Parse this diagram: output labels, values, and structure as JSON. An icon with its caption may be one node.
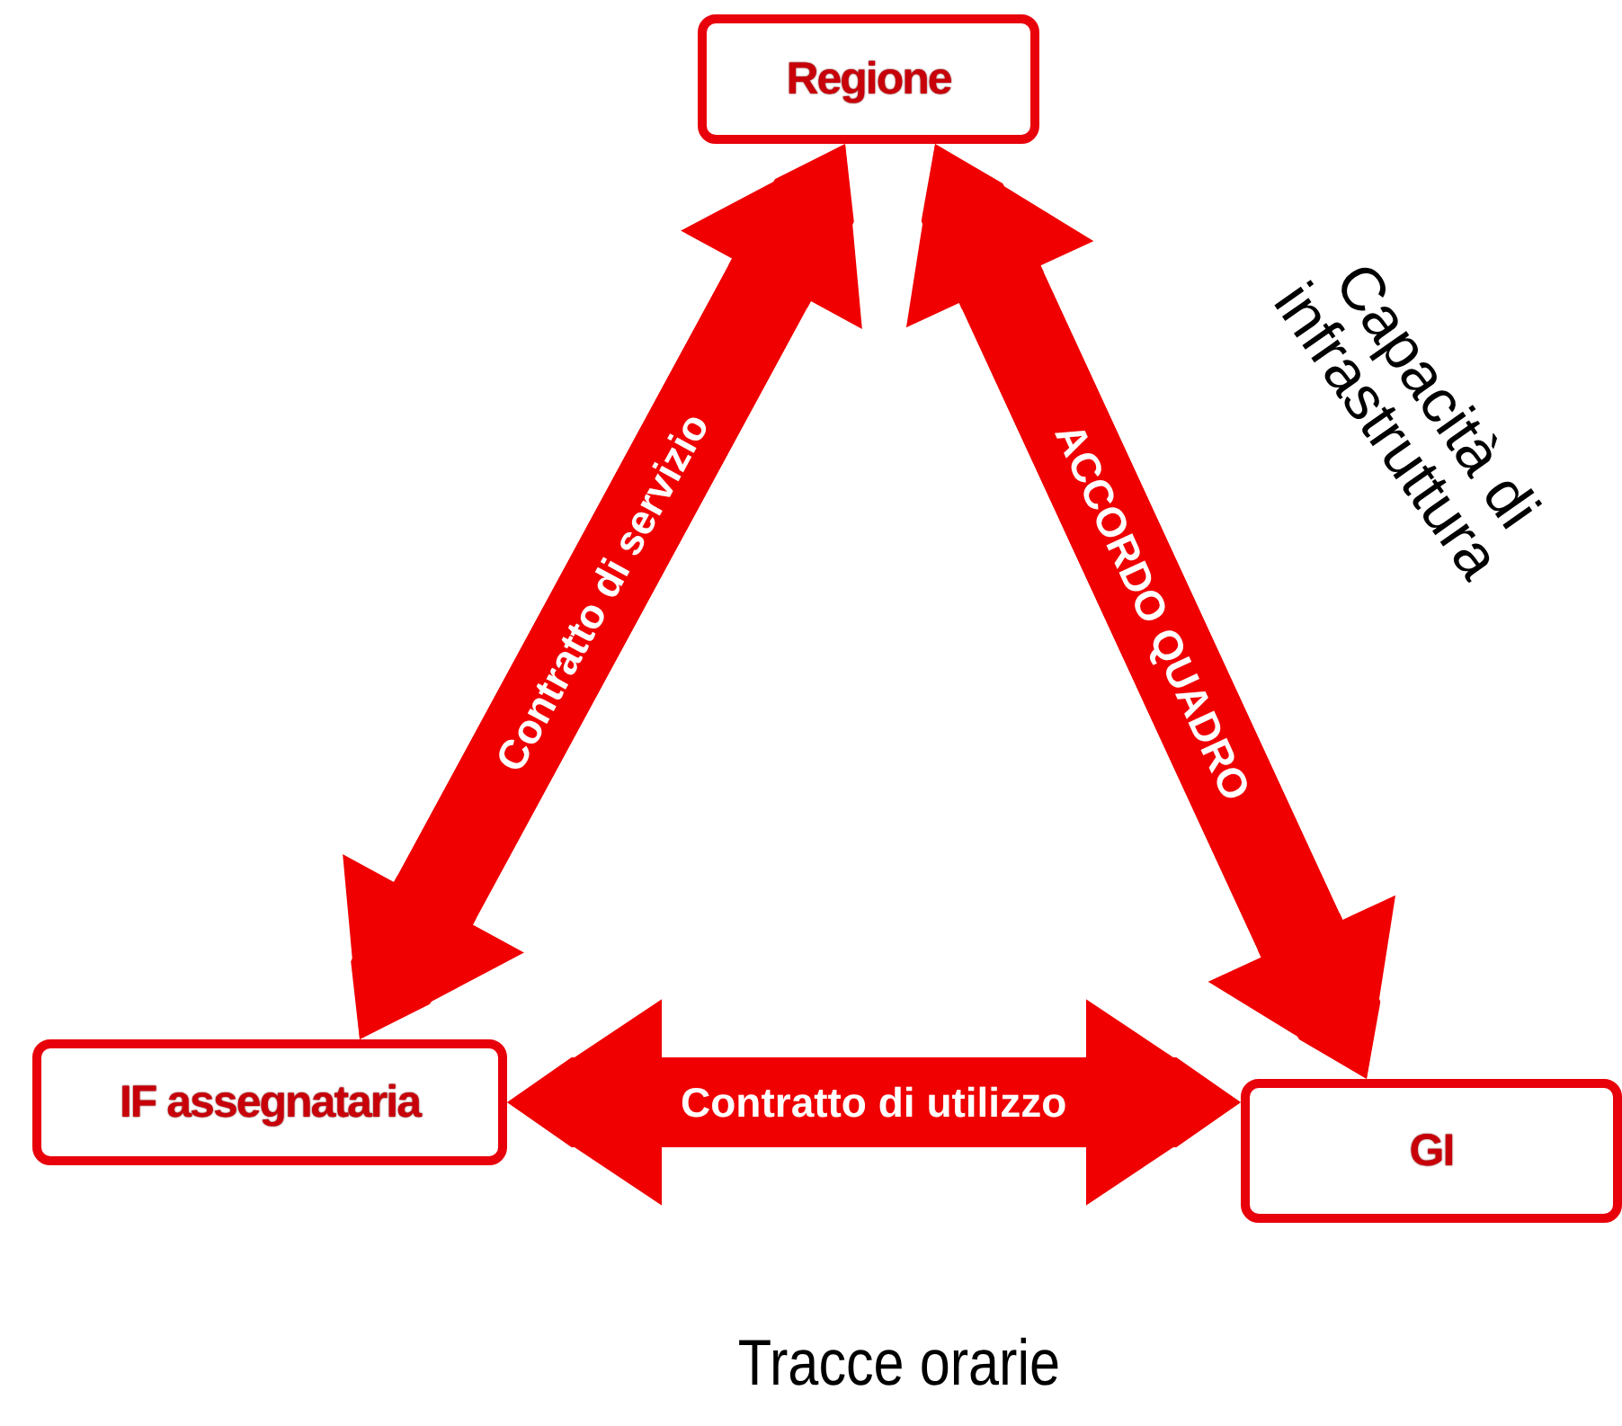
{
  "diagram": {
    "nodes": [
      {
        "text": [
          "Regione"
        ]
      },
      {
        "text": [
          "IF assegnataria"
        ]
      },
      {
        "text": [
          "GI"
        ]
      }
    ],
    "edges": [
      {
        "from": 1,
        "to": 0,
        "arrow": "both",
        "label": "Contratto di servizio"
      },
      {
        "from": 0,
        "to": 2,
        "arrow": "both",
        "label": "ACCORDO QUADRO"
      },
      {
        "from": 1,
        "to": 2,
        "arrow": "both",
        "label": "Contratto di utilizzo"
      }
    ],
    "labels": [
      "Capacità di infrastruttura",
      "Tracce orarie"
    ]
  }
}
